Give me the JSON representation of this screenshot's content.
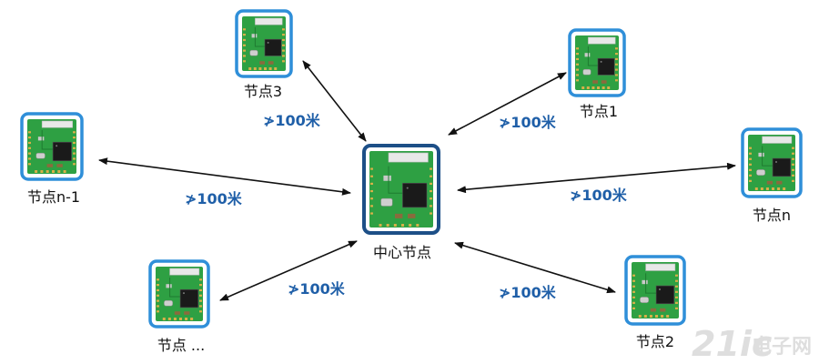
{
  "colors": {
    "module_border": "#2f8fd9",
    "center_border": "#1d4f87",
    "pcb": "#2ea043",
    "pcb_dark": "#1f7a31",
    "chip": "#1a1a1a",
    "arrow": "#111111",
    "distance_text": "#1f5fa8"
  },
  "icons": {
    "module": "pcb-module-icon"
  },
  "center": {
    "label": "中心节点"
  },
  "nodes": [
    {
      "id": "node-3",
      "label": "节点3"
    },
    {
      "id": "node-1",
      "label": "节点1"
    },
    {
      "id": "node-n-1",
      "label": "节点n-1"
    },
    {
      "id": "node-n",
      "label": "节点n"
    },
    {
      "id": "node-ellipsis",
      "label": "节点 ..."
    },
    {
      "id": "node-2",
      "label": "节点2"
    }
  ],
  "distances": [
    {
      "label": "≯100米"
    },
    {
      "label": "≯100米"
    },
    {
      "label": "≯100米"
    },
    {
      "label": "≯100米"
    },
    {
      "label": "≯100米"
    },
    {
      "label": "≯100米"
    }
  ],
  "watermark": {
    "brand": "21ic",
    "sub": "电子网"
  }
}
